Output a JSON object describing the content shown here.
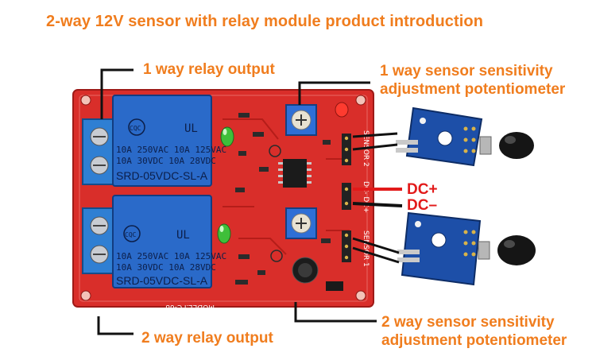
{
  "title": "2-way 12V sensor with relay module product introduction",
  "callouts": {
    "relay1": "1 way relay output",
    "relay2": "2 way relay output",
    "sensor1_line1": "1 way sensor sensitivity",
    "sensor1_line2": "adjustment potentiometer",
    "sensor2_line1": "2 way sensor sensitivity",
    "sensor2_line2": "adjustment potentiometer"
  },
  "power": {
    "plus": "DC+",
    "minus": "DC–"
  },
  "relay": {
    "brand": "CQC",
    "ul": "UL",
    "spec_a": "10A 250VAC  10A 125VAC",
    "spec_b": "10A  30VDC  10A  28VDC",
    "model": "SRD-05VDC-SL-A"
  },
  "pcb_labels": {
    "sensor2": "SENSOR 2",
    "sensor1": "SENSOR 1",
    "dc_header": "DC-  DC+",
    "model_code": "MODEL:FC-68"
  },
  "colors": {
    "accent_orange": "#f07d1e",
    "dc_red": "#e21a1a",
    "pcb_red": "#d92e2a",
    "relay_blue": "#2a6ac9",
    "sensor_blue": "#1d4fa8"
  }
}
